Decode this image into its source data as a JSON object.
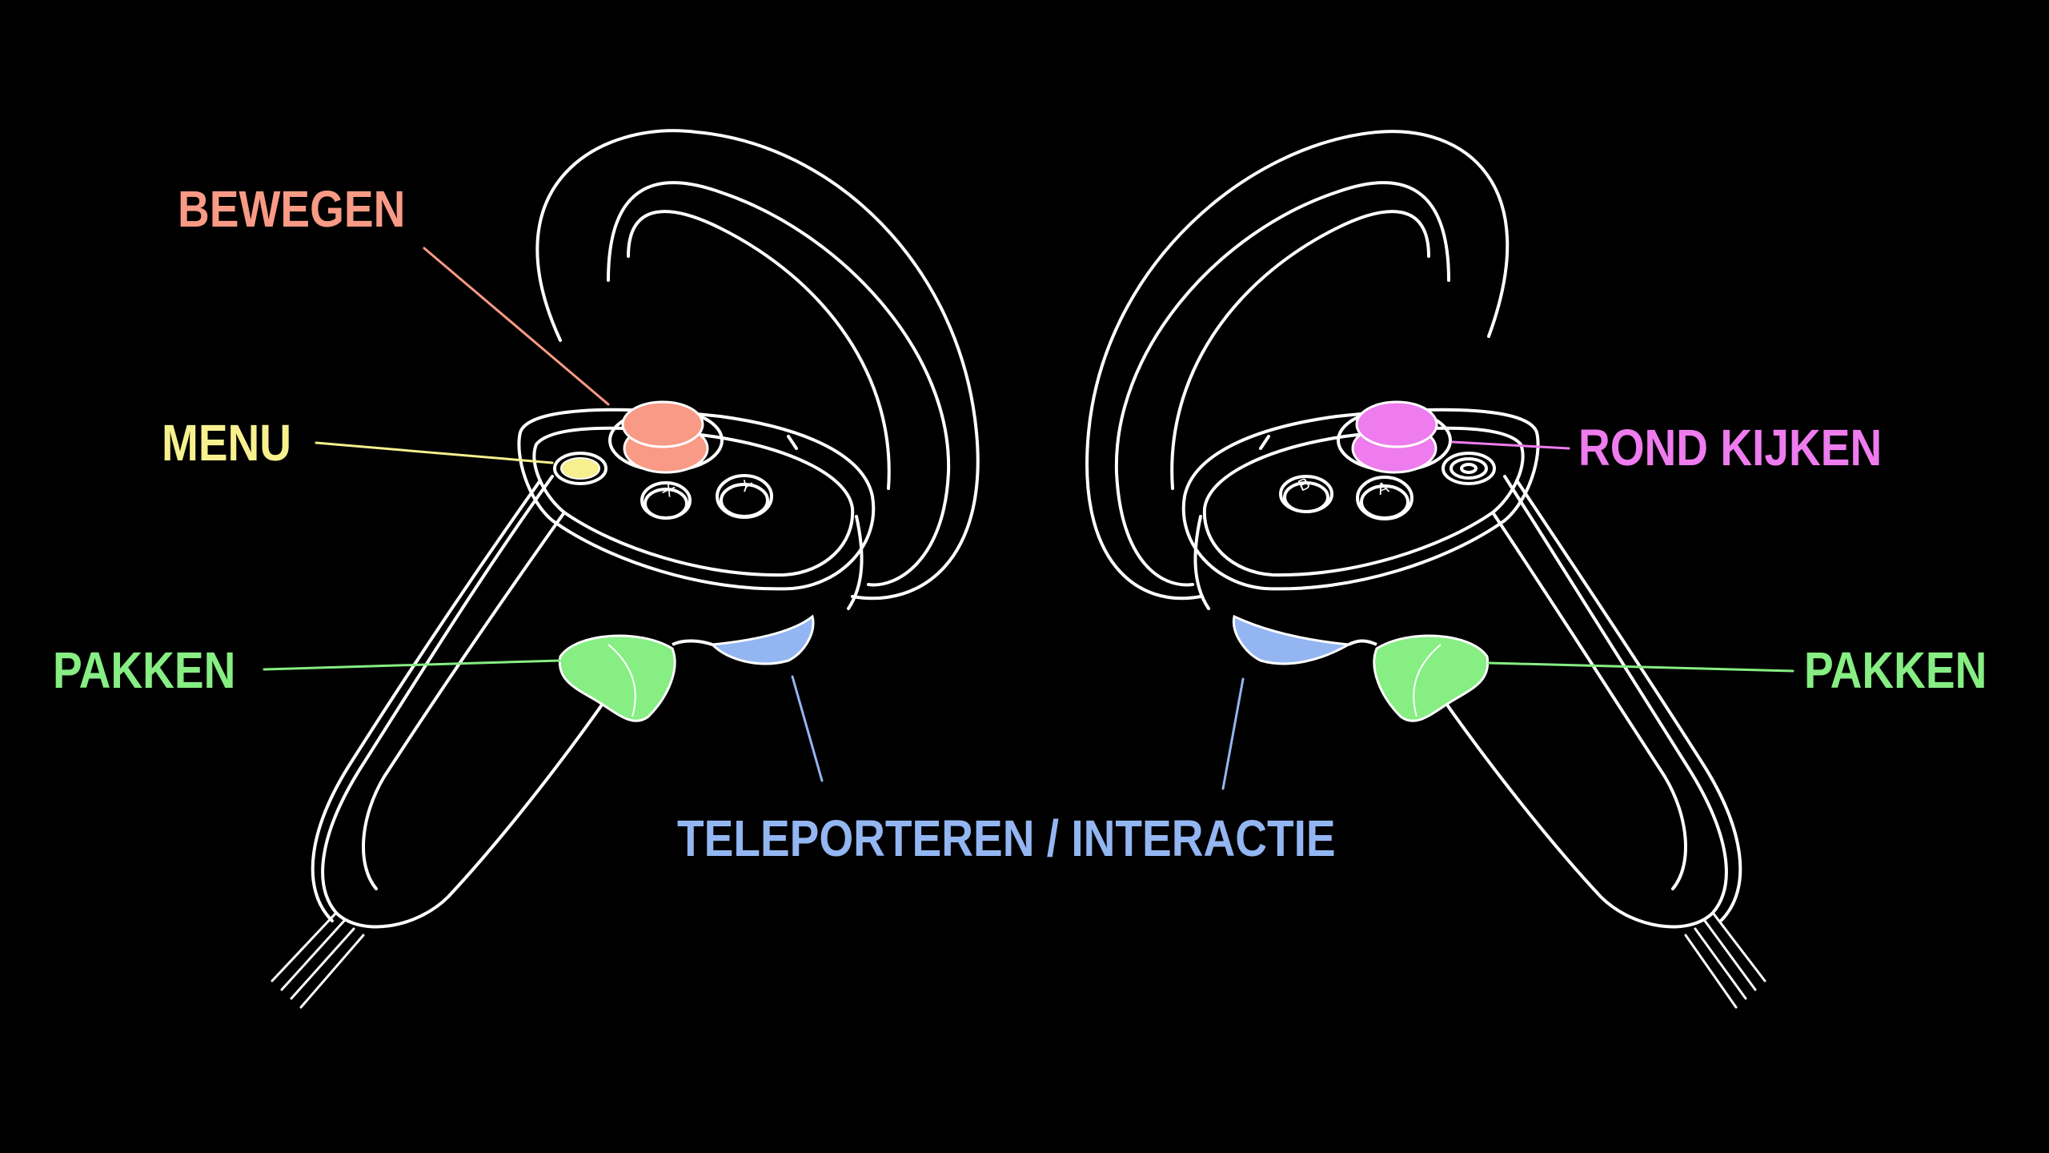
{
  "labels": {
    "move": "BEWEGEN",
    "menu": "MENU",
    "grab_left": "PAKKEN",
    "grab_right": "PAKKEN",
    "look_around": "ROND KIJKEN",
    "teleport": "TELEPORTEREN / INTERACTIE"
  },
  "buttons": {
    "left_x": "X",
    "left_y": "Y",
    "right_b": "B",
    "right_a": "A"
  },
  "colors": {
    "background": "#000000",
    "outline": "#ffffff",
    "move": "#f89a85",
    "menu": "#f6f08e",
    "grab": "#86ee83",
    "look_around": "#ee7cee",
    "teleport": "#93b6f2"
  }
}
